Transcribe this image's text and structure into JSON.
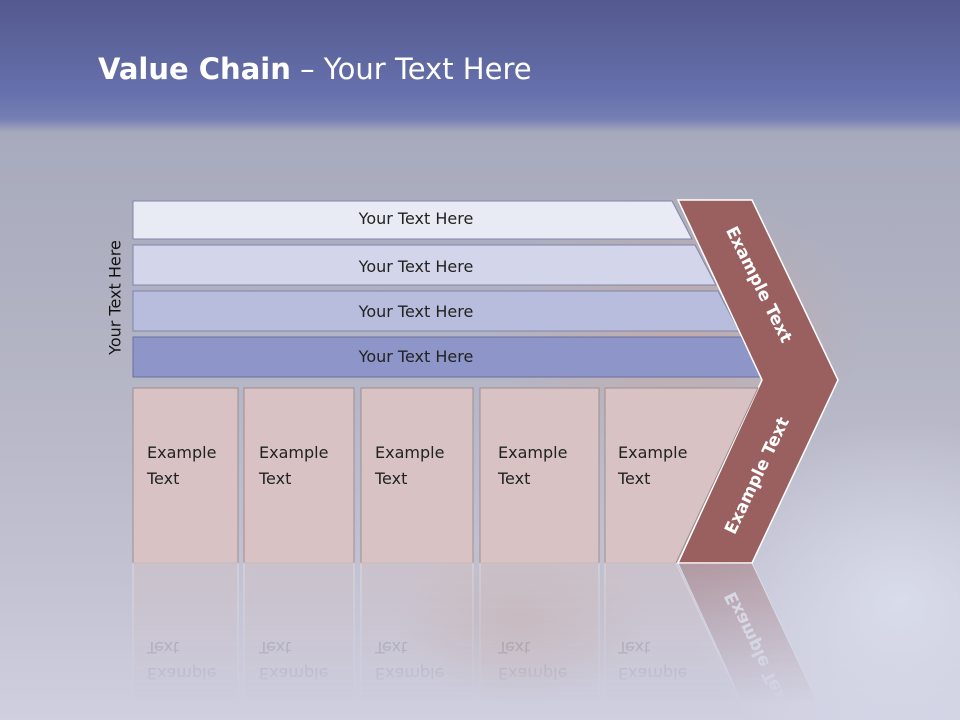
{
  "slide": {
    "title_bold": "Value Chain",
    "title_rest": " – Your Text Here",
    "side_label": "Your Text Here"
  },
  "support_activities": [
    {
      "label": "Your Text Here",
      "fill": "#e8ebf4"
    },
    {
      "label": "Your Text Here",
      "fill": "#d3d6ea"
    },
    {
      "label": "Your Text Here",
      "fill": "#b8bcdd"
    },
    {
      "label": "Your Text Here",
      "fill": "#8d95c9"
    }
  ],
  "primary_activities": [
    {
      "line1": "Example",
      "line2": "Text"
    },
    {
      "line1": "Example",
      "line2": "Text"
    },
    {
      "line1": "Example",
      "line2": "Text"
    },
    {
      "line1": "Example",
      "line2": "Text"
    },
    {
      "line1": "Example",
      "line2": "Text"
    }
  ],
  "margin": {
    "top_label": "Example Text",
    "bottom_label": "Example Text",
    "fill": "#9a5f5f"
  },
  "colors": {
    "banner": "#5d65a0",
    "primary_box": "#d8c2c3",
    "margin": "#9a5f5f"
  }
}
